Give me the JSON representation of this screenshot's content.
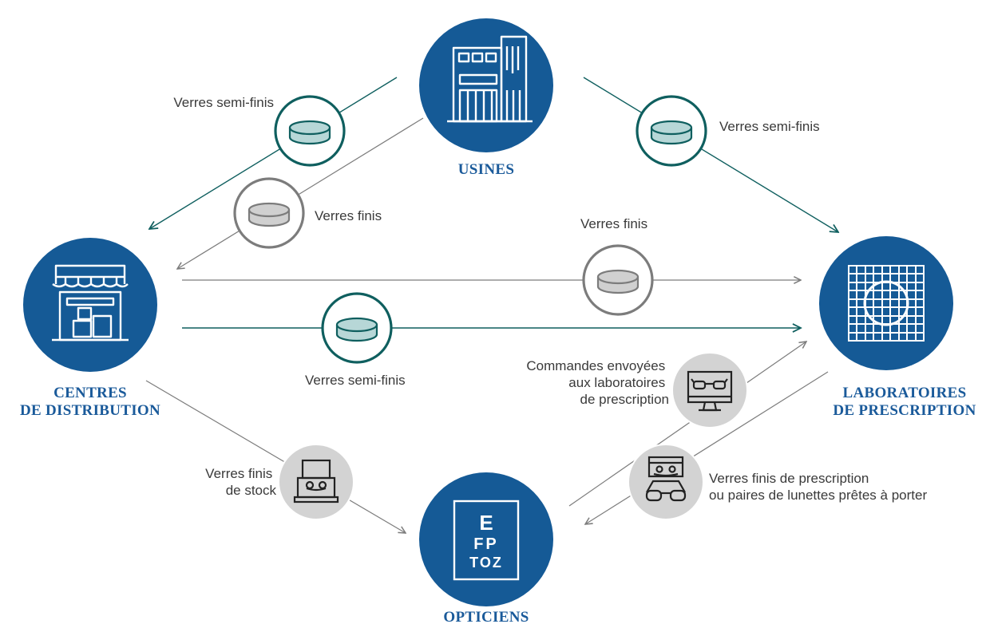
{
  "colors": {
    "node_fill": "#155a96",
    "teal": "#0f5f5f",
    "teal_fill": "#b7d7d7",
    "grey_ring": "#7c7c7c",
    "grey_fill": "#d0d0d0",
    "title": "#1a5a9a",
    "text": "#3a3a3a"
  },
  "nodes": {
    "usines": {
      "title": [
        "USINES"
      ],
      "icon": "factory-icon"
    },
    "centres": {
      "title": [
        "CENTRES",
        "DE DISTRIBUTION"
      ],
      "icon": "warehouse-icon"
    },
    "labos": {
      "title": [
        "LABORATOIRES",
        "DE PRESCRIPTION"
      ],
      "icon": "lens-grid-icon"
    },
    "opticiens": {
      "title": [
        "OPTICIENS"
      ],
      "icon": "eye-chart-icon",
      "chart_letters": [
        "E",
        "FP",
        "TOZ"
      ]
    }
  },
  "labels": {
    "usines_to_centres_semi": "Verres semi-finis",
    "usines_to_centres_finis": "Verres finis",
    "usines_to_labos_semi": "Verres semi-finis",
    "centres_to_labos_finis": "Verres finis",
    "centres_to_labos_semi": "Verres semi-finis",
    "commandes": [
      "Commandes envoyées",
      "aux laboratoires",
      "de prescription"
    ],
    "stock": [
      "Verres finis",
      "de stock"
    ],
    "prescription": [
      "Verres finis de prescription",
      "ou paires de lunettes prêtes à porter"
    ]
  }
}
